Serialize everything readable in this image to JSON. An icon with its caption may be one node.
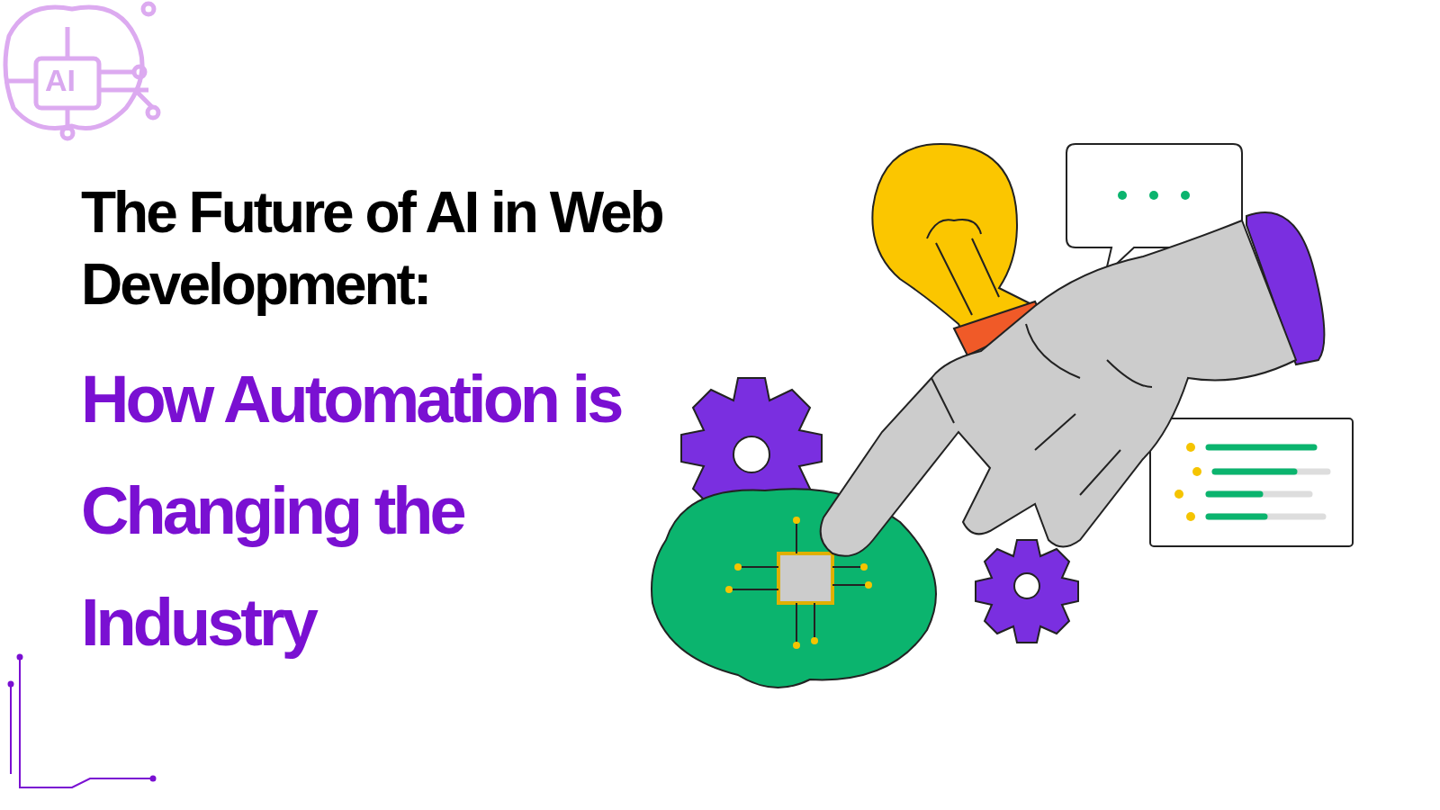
{
  "diagram": {
    "title": "The Future of AI in Web Development:",
    "labels": [
      "AI",
      "How Automation is Changing the Industry"
    ]
  }
}
